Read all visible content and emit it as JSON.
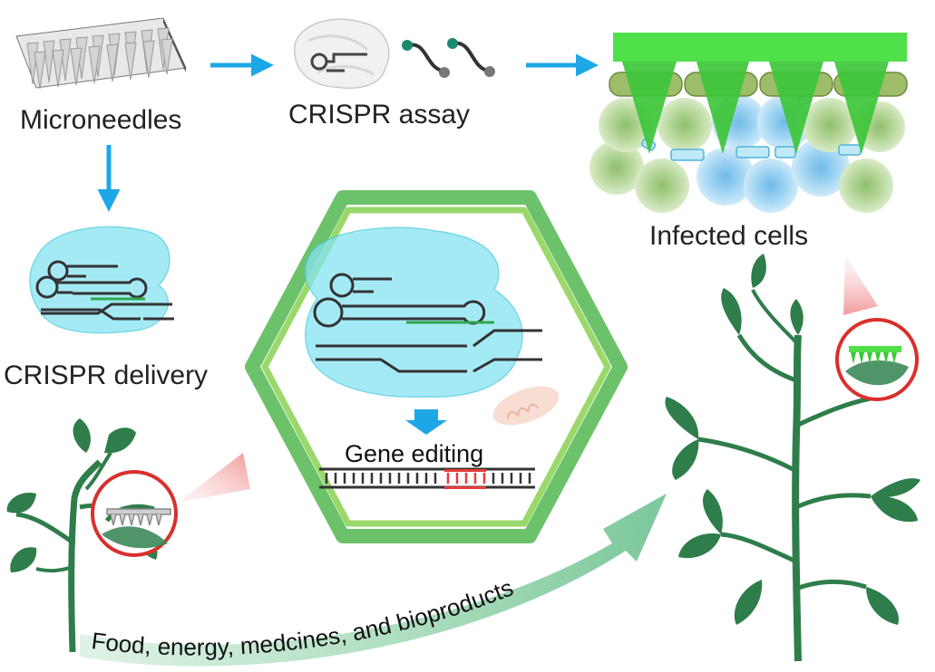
{
  "labels": {
    "microneedles": "Microneedles",
    "crispr_assay": "CRISPR assay",
    "infected_cells": "Infected cells",
    "crispr_delivery": "CRISPR delivery",
    "gene_editing": "Gene editing",
    "applications": "Food, energy, medcines, and bioproducts"
  },
  "colors": {
    "arrow_blue": "#1ea7e6",
    "cas_cyan": "#66ddee",
    "needle_green": "#4fe04a",
    "leaf_green": "#2e7d4a",
    "hex_outer": "#6cc26a",
    "hex_inner": "#9ad86b",
    "edit_red": "#e63b3b",
    "magnifier_red": "#d9302c",
    "cell_green": "#a7cf8c",
    "cell_blue": "#7ec7ef"
  },
  "icons": [
    "microneedle-patch-icon",
    "cas-protein-icon",
    "reporter-probe-icon",
    "plant-icon",
    "magnifier-icon",
    "mitochondrion-icon"
  ]
}
